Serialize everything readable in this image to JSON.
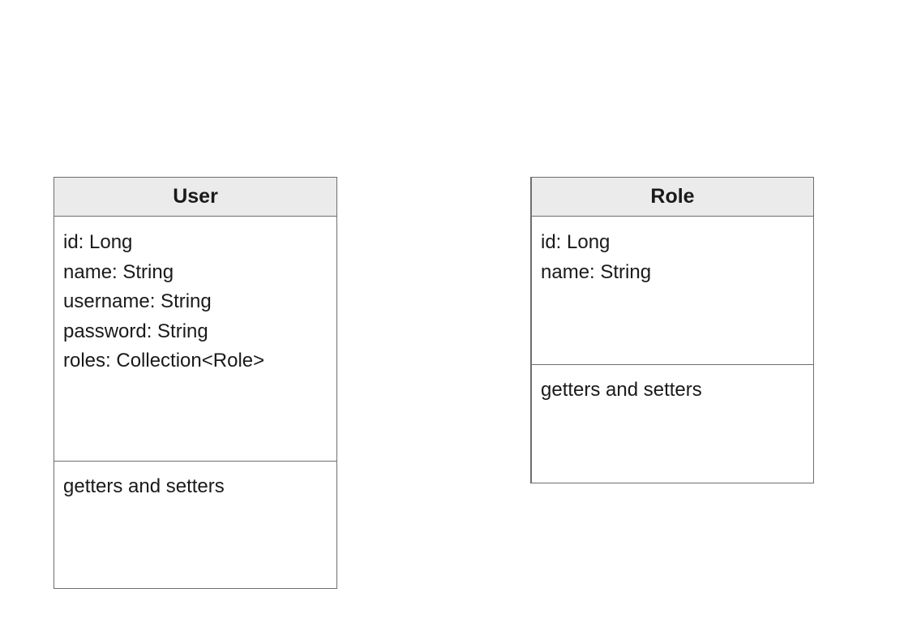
{
  "diagram": {
    "classes": [
      {
        "name": "User",
        "attributes": [
          "id: Long",
          "name: String",
          "username: String",
          "password: String",
          "roles: Collection<Role>"
        ],
        "methods": [
          "getters and setters"
        ]
      },
      {
        "name": "Role",
        "attributes": [
          "id: Long",
          "name: String"
        ],
        "methods": [
          "getters and setters"
        ]
      }
    ]
  }
}
